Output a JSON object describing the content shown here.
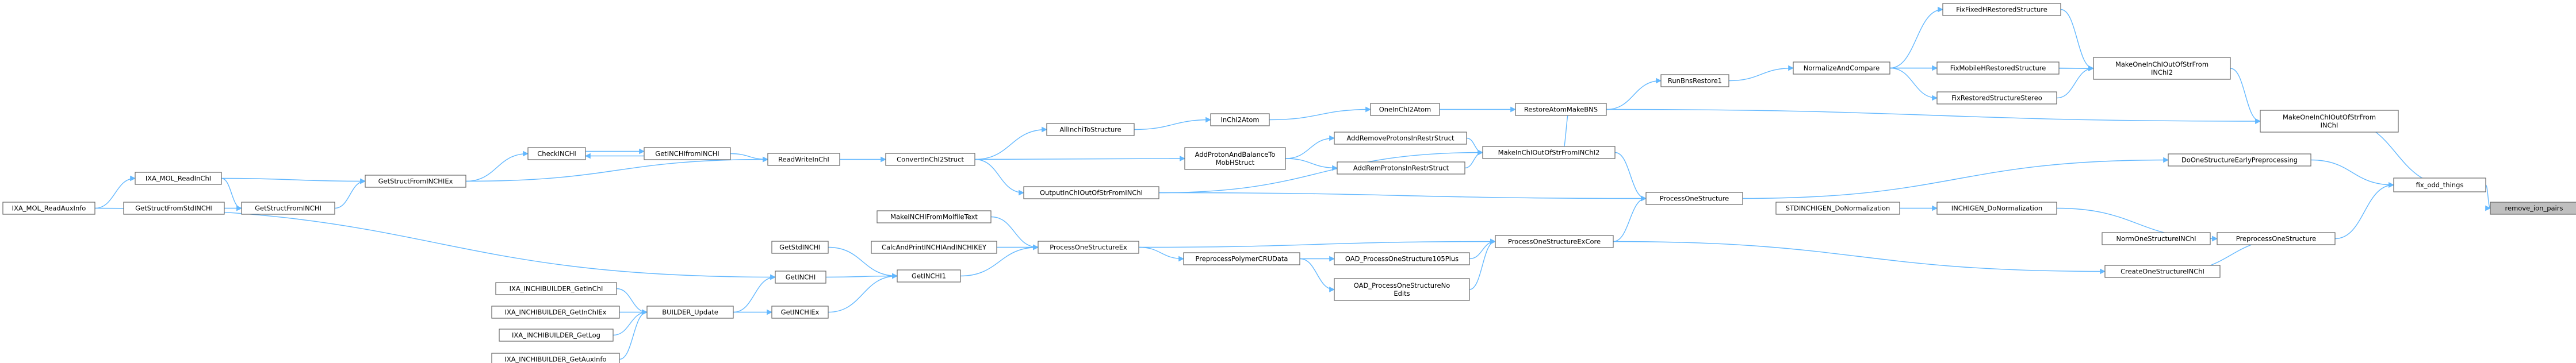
{
  "graph": {
    "nodes": [
      {
        "id": "remove_ion_pairs",
        "label": "remove_ion_pairs",
        "root": true
      },
      {
        "id": "fix_odd_things",
        "label": "fix_odd_things"
      },
      {
        "id": "DoOneStructureEarlyPreprocessing",
        "label": "DoOneStructureEarlyPreprocessing"
      },
      {
        "id": "PreprocessOneStructure",
        "label": "PreprocessOneStructure"
      },
      {
        "id": "CreateOneStructureINChI",
        "label": "CreateOneStructureINChI"
      },
      {
        "id": "NormOneStructureINChI",
        "label": "NormOneStructureINChI"
      },
      {
        "id": "INCHIGEN_DoNormalization",
        "label": "INCHIGEN_DoNormalization"
      },
      {
        "id": "STDINCHIGEN_DoNormalization",
        "label": "STDINCHIGEN_DoNormalization"
      },
      {
        "id": "MakeOneInChIOutOfStrFromINChI",
        "label": [
          "MakeOneInChIOutOfStrFrom",
          "INChI"
        ]
      },
      {
        "id": "MakeOneInChIOutOfStrFromINChI2",
        "label": [
          "MakeOneInChIOutOfStrFrom",
          "INChI2"
        ]
      },
      {
        "id": "FixFixedHRestoredStructure",
        "label": "FixFixedHRestoredStructure"
      },
      {
        "id": "FixMobileHRestoredStructure",
        "label": "FixMobileHRestoredStructure"
      },
      {
        "id": "FixRestoredStructureStereo",
        "label": "FixRestoredStructureStereo"
      },
      {
        "id": "NormalizeAndCompare",
        "label": "NormalizeAndCompare"
      },
      {
        "id": "RunBnsRestore1",
        "label": "RunBnsRestore1"
      },
      {
        "id": "RestoreAtomMakeBNS",
        "label": "RestoreAtomMakeBNS"
      },
      {
        "id": "OneInChI2Atom",
        "label": "OneInChI2Atom"
      },
      {
        "id": "MakeInChIOutOfStrFromINChI2",
        "label": "MakeInChIOutOfStrFromINChI2"
      },
      {
        "id": "AddRemoveProtonsInRestrStruct",
        "label": "AddRemoveProtonsInRestrStruct"
      },
      {
        "id": "AddRemProtonsInRestrStruct",
        "label": "AddRemProtonsInRestrStruct"
      },
      {
        "id": "AddProtonAndBalanceToMobHStruct",
        "label": [
          "AddProtonAndBalanceTo",
          "MobHStruct"
        ]
      },
      {
        "id": "InChI2Atom",
        "label": "InChI2Atom"
      },
      {
        "id": "AllInchiToStructure",
        "label": "AllInchiToStructure"
      },
      {
        "id": "ConvertInChI2Struct",
        "label": "ConvertInChI2Struct"
      },
      {
        "id": "OutputInChIOutOfStrFromINChI",
        "label": "OutputInChIOutOfStrFromINChI"
      },
      {
        "id": "ProcessOneStructure",
        "label": "ProcessOneStructure"
      },
      {
        "id": "ProcessOneStructureExCore",
        "label": "ProcessOneStructureExCore"
      },
      {
        "id": "OAD_ProcessOneStructure105Plus",
        "label": "OAD_ProcessOneStructure105Plus"
      },
      {
        "id": "OAD_ProcessOneStructureNoEdits",
        "label": [
          "OAD_ProcessOneStructureNo",
          "Edits"
        ]
      },
      {
        "id": "PreprocessPolymerCRUData",
        "label": "PreprocessPolymerCRUData"
      },
      {
        "id": "ProcessOneStructureEx",
        "label": "ProcessOneStructureEx"
      },
      {
        "id": "MakeINCHIFromMolfileText",
        "label": "MakeINCHIFromMolfileText"
      },
      {
        "id": "CalcAndPrintINCHIAndINCHIKEY",
        "label": "CalcAndPrintINCHIAndINCHIKEY"
      },
      {
        "id": "GetINCHI1",
        "label": "GetINCHI1"
      },
      {
        "id": "GetStdINCHI",
        "label": "GetStdINCHI"
      },
      {
        "id": "GetINCHI",
        "label": "GetINCHI"
      },
      {
        "id": "GetINCHIEx",
        "label": "GetINCHIEx"
      },
      {
        "id": "BUILDER_Update",
        "label": "BUILDER_Update"
      },
      {
        "id": "IXA_INCHIBUILDER_GetInChI",
        "label": "IXA_INCHIBUILDER_GetInChI"
      },
      {
        "id": "IXA_INCHIBUILDER_GetInChIEx",
        "label": "IXA_INCHIBUILDER_GetInChIEx"
      },
      {
        "id": "IXA_INCHIBUILDER_GetLog",
        "label": "IXA_INCHIBUILDER_GetLog"
      },
      {
        "id": "IXA_INCHIBUILDER_GetAuxInfo",
        "label": "IXA_INCHIBUILDER_GetAuxInfo"
      },
      {
        "id": "ReadWriteInChI",
        "label": "ReadWriteInChI"
      },
      {
        "id": "GetINCHIfromINCHI",
        "label": "GetINCHIfromINCHI"
      },
      {
        "id": "CheckINCHI",
        "label": "CheckINCHI"
      },
      {
        "id": "GetStructFromINCHIEx",
        "label": "GetStructFromINCHIEx"
      },
      {
        "id": "GetStructFromINCHI",
        "label": "GetStructFromINCHI"
      },
      {
        "id": "GetStructFromStdINCHI",
        "label": "GetStructFromStdINCHI"
      },
      {
        "id": "IXA_MOL_ReadInChI",
        "label": "IXA_MOL_ReadInChI"
      },
      {
        "id": "IXA_MOL_ReadAuxInfo",
        "label": "IXA_MOL_ReadAuxInfo"
      }
    ],
    "edges": [
      [
        "fix_odd_things",
        "remove_ion_pairs"
      ],
      [
        "DoOneStructureEarlyPreprocessing",
        "fix_odd_things"
      ],
      [
        "MakeOneInChIOutOfStrFromINChI",
        "fix_odd_things"
      ],
      [
        "PreprocessOneStructure",
        "fix_odd_things"
      ],
      [
        "INCHIGEN_DoNormalization",
        "PreprocessOneStructure"
      ],
      [
        "NormOneStructureINChI",
        "PreprocessOneStructure"
      ],
      [
        "CreateOneStructureINChI",
        "PreprocessOneStructure"
      ],
      [
        "ProcessOneStructure",
        "DoOneStructureEarlyPreprocessing"
      ],
      [
        "ProcessOneStructureExCore",
        "CreateOneStructureINChI"
      ],
      [
        "STDINCHIGEN_DoNormalization",
        "INCHIGEN_DoNormalization"
      ],
      [
        "MakeOneInChIOutOfStrFromINChI2",
        "MakeOneInChIOutOfStrFromINChI"
      ],
      [
        "RestoreAtomMakeBNS",
        "MakeOneInChIOutOfStrFromINChI"
      ],
      [
        "FixFixedHRestoredStructure",
        "MakeOneInChIOutOfStrFromINChI2"
      ],
      [
        "FixMobileHRestoredStructure",
        "MakeOneInChIOutOfStrFromINChI2"
      ],
      [
        "FixRestoredStructureStereo",
        "MakeOneInChIOutOfStrFromINChI2"
      ],
      [
        "NormalizeAndCompare",
        "MakeOneInChIOutOfStrFromINChI2"
      ],
      [
        "NormalizeAndCompare",
        "FixFixedHRestoredStructure"
      ],
      [
        "NormalizeAndCompare",
        "FixMobileHRestoredStructure"
      ],
      [
        "NormalizeAndCompare",
        "FixRestoredStructureStereo"
      ],
      [
        "RunBnsRestore1",
        "NormalizeAndCompare"
      ],
      [
        "RestoreAtomMakeBNS",
        "RunBnsRestore1"
      ],
      [
        "OneInChI2Atom",
        "RestoreAtomMakeBNS"
      ],
      [
        "MakeInChIOutOfStrFromINChI2",
        "RestoreAtomMakeBNS"
      ],
      [
        "InChI2Atom",
        "OneInChI2Atom"
      ],
      [
        "AllInchiToStructure",
        "InChI2Atom"
      ],
      [
        "ConvertInChI2Struct",
        "AllInchiToStructure"
      ],
      [
        "ConvertInChI2Struct",
        "AddProtonAndBalanceToMobHStruct"
      ],
      [
        "AddProtonAndBalanceToMobHStruct",
        "AddRemoveProtonsInRestrStruct"
      ],
      [
        "AddProtonAndBalanceToMobHStruct",
        "AddRemProtonsInRestrStruct"
      ],
      [
        "AddRemoveProtonsInRestrStruct",
        "MakeInChIOutOfStrFromINChI2"
      ],
      [
        "AddRemProtonsInRestrStruct",
        "MakeInChIOutOfStrFromINChI2"
      ],
      [
        "ConvertInChI2Struct",
        "OutputInChIOutOfStrFromINChI"
      ],
      [
        "OutputInChIOutOfStrFromINChI",
        "MakeInChIOutOfStrFromINChI2"
      ],
      [
        "MakeInChIOutOfStrFromINChI2",
        "ProcessOneStructure"
      ],
      [
        "OutputInChIOutOfStrFromINChI",
        "ProcessOneStructure"
      ],
      [
        "ProcessOneStructureExCore",
        "ProcessOneStructure"
      ],
      [
        "OAD_ProcessOneStructure105Plus",
        "ProcessOneStructureExCore"
      ],
      [
        "OAD_ProcessOneStructureNoEdits",
        "ProcessOneStructureExCore"
      ],
      [
        "ProcessOneStructureEx",
        "ProcessOneStructureExCore"
      ],
      [
        "PreprocessPolymerCRUData",
        "OAD_ProcessOneStructure105Plus"
      ],
      [
        "PreprocessPolymerCRUData",
        "OAD_ProcessOneStructureNoEdits"
      ],
      [
        "ProcessOneStructureEx",
        "PreprocessPolymerCRUData"
      ],
      [
        "ReadWriteInChI",
        "ConvertInChI2Struct"
      ],
      [
        "MakeINCHIFromMolfileText",
        "ProcessOneStructureEx"
      ],
      [
        "CalcAndPrintINCHIAndINCHIKEY",
        "ProcessOneStructureEx"
      ],
      [
        "GetINCHI1",
        "ProcessOneStructureEx"
      ],
      [
        "GetStdINCHI",
        "GetINCHI1"
      ],
      [
        "GetINCHI",
        "GetINCHI1"
      ],
      [
        "GetINCHIEx",
        "GetINCHI1"
      ],
      [
        "BUILDER_Update",
        "GetINCHI"
      ],
      [
        "BUILDER_Update",
        "GetINCHIEx"
      ],
      [
        "IXA_INCHIBUILDER_GetInChI",
        "BUILDER_Update"
      ],
      [
        "IXA_INCHIBUILDER_GetInChIEx",
        "BUILDER_Update"
      ],
      [
        "IXA_INCHIBUILDER_GetLog",
        "BUILDER_Update"
      ],
      [
        "IXA_INCHIBUILDER_GetAuxInfo",
        "BUILDER_Update"
      ],
      [
        "GetINCHIfromINCHI",
        "ReadWriteInChI"
      ],
      [
        "GetStructFromINCHIEx",
        "ReadWriteInChI"
      ],
      [
        "CheckINCHI",
        "GetINCHIfromINCHI"
      ],
      [
        "GetINCHIfromINCHI",
        "CheckINCHI"
      ],
      [
        "GetStructFromINCHIEx",
        "CheckINCHI"
      ],
      [
        "GetStructFromINCHI",
        "GetStructFromINCHIEx"
      ],
      [
        "IXA_MOL_ReadInChI",
        "GetStructFromINCHIEx"
      ],
      [
        "GetStructFromStdINCHI",
        "GetStructFromINCHI"
      ],
      [
        "IXA_MOL_ReadInChI",
        "GetStructFromINCHI"
      ],
      [
        "IXA_MOL_ReadAuxInfo",
        "IXA_MOL_ReadInChI"
      ],
      [
        "IXA_MOL_ReadAuxInfo",
        "GetINCHI"
      ]
    ]
  },
  "colors": {
    "edge": "#63b8ff",
    "node_border": "#666666",
    "root_fill": "#bfbfbf",
    "node_fill": "#ffffff"
  }
}
